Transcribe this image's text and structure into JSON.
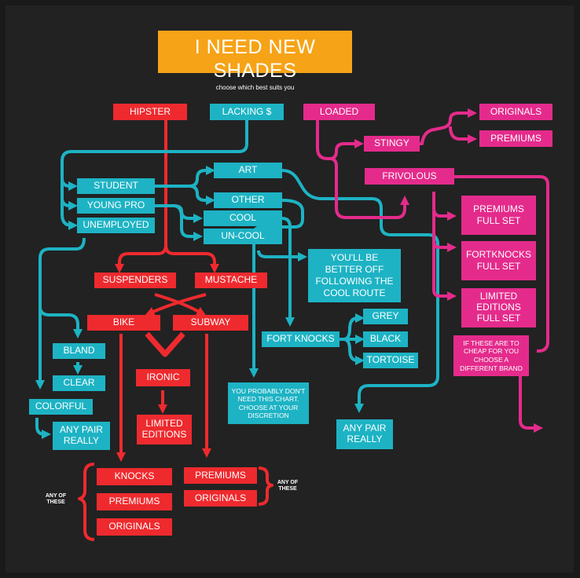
{
  "title": "I NEED NEW SHADES",
  "subtitle": "choose which best suits you",
  "nodes": {
    "hipster": "HIPSTER",
    "lacking": "LACKING $",
    "loaded": "LOADED",
    "originals_top": "ORIGINALS",
    "premiums_top": "PREMIUMS",
    "stingy": "STINGY",
    "frivolous": "FRIVOLOUS",
    "art": "ART",
    "student": "STUDENT",
    "other": "OTHER",
    "young_pro": "YOUNG PRO",
    "cool": "COOL",
    "unemployed": "UNEMPLOYED",
    "un_cool": "UN-COOL",
    "cool_route": "YOU'LL BE BETTER OFF FOLLOWING THE COOL ROUTE",
    "premiums_full": "PREMIUMS FULL SET",
    "fortknocks_full": "FORTKNOCKS FULL SET",
    "limited_full": "LIMITED EDITIONS FULL SET",
    "suspenders": "SUSPENDERS",
    "mustache": "MUSTACHE",
    "bike": "BIKE",
    "subway": "SUBWAY",
    "grey": "GREY",
    "fort_knocks": "FORT KNOCKS",
    "black": "BLACK",
    "tortoise": "TORTOISE",
    "bland": "BLAND",
    "clear": "CLEAR",
    "ironic": "IRONIC",
    "too_cheap": "IF THESE ARE TO CHEAP FOR YOU CHOOSE A DIFFERENT BRAND",
    "colorful": "COLORFUL",
    "no_need": "YOU PROBABLY DON'T NEED THIS CHART. CHOOSE AT YOUR DISCRETION",
    "limited_editions": "LIMITED EDITIONS",
    "any_pair_left": "ANY PAIR REALLY",
    "any_pair_right": "ANY PAIR REALLY",
    "knocks": "KNOCKS",
    "premiums_bottom_right": "PREMIUMS",
    "premiums_bottom_left": "PREMIUMS",
    "originals_bottom_right": "ORIGINALS",
    "originals_bottom_left": "ORIGINALS"
  },
  "annotations": {
    "any_of_these_left": "ANY OF THESE",
    "any_of_these_right": "ANY OF THESE"
  },
  "colors": {
    "background": "#222222",
    "title": "#f6a317",
    "hipster_path": "#ee2a2e",
    "lacking_path": "#1db3c4",
    "loaded_path": "#e42b8c"
  }
}
